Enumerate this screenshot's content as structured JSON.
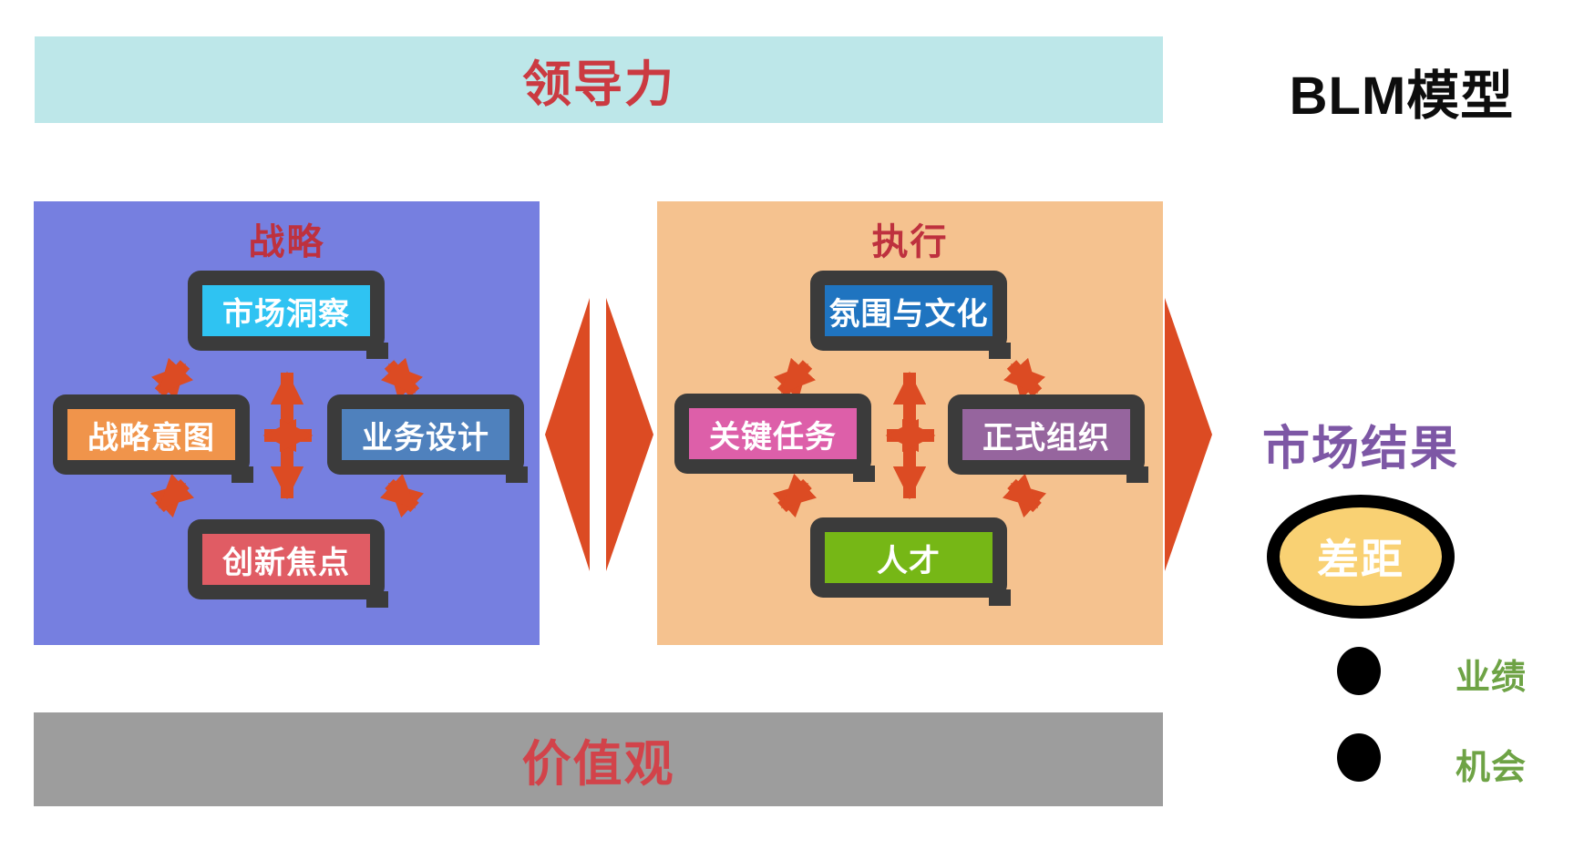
{
  "header": {
    "leadership_banner": "领导力",
    "model_title": "BLM模型"
  },
  "strategy_panel": {
    "title": "战略",
    "boxes": {
      "market_insight": {
        "label": "市场洞察",
        "color": "#2FC3F2"
      },
      "strategic_intent": {
        "label": "战略意图",
        "color": "#F0944B"
      },
      "business_design": {
        "label": "业务设计",
        "color": "#4F81BD"
      },
      "innovation_focus": {
        "label": "创新焦点",
        "color": "#E05C64"
      }
    }
  },
  "execution_panel": {
    "title": "执行",
    "boxes": {
      "climate_culture": {
        "label": "氛围与文化",
        "color": "#1F74C0"
      },
      "key_tasks": {
        "label": "关键任务",
        "color": "#DD5FA9"
      },
      "formal_organization": {
        "label": "正式组织",
        "color": "#96659E"
      },
      "talent": {
        "label": "人才",
        "color": "#76B716"
      }
    }
  },
  "results": {
    "title": "市场结果",
    "gap_label": "差距",
    "legend": [
      {
        "label": "业绩"
      },
      {
        "label": "机会"
      }
    ]
  },
  "values_banner": "价值观",
  "colors": {
    "leadership_banner_bg": "#BDE7E9",
    "values_banner_bg": "#9D9D9D",
    "strategy_panel_bg": "#767FE0",
    "execution_panel_bg": "#F5C28F",
    "banner_text_red": "#CB3A41",
    "panel_title_red": "#BE313E",
    "arrow_orange": "#DC4B23",
    "box_frame_dark": "#3B3B3B",
    "results_title_purple": "#7D57A5",
    "gap_fill_yellow": "#F9D173",
    "legend_green": "#6EA345"
  }
}
